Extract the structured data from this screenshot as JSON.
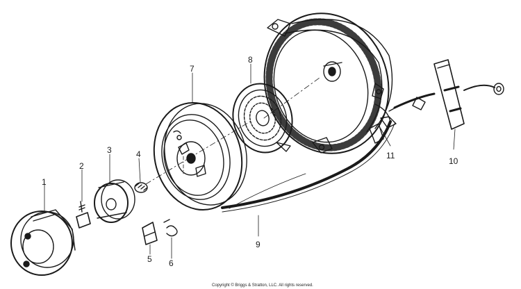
{
  "diagram": {
    "parts": [
      {
        "id": "part-1",
        "number": "1"
      },
      {
        "id": "part-2",
        "number": "2"
      },
      {
        "id": "part-3",
        "number": "3"
      },
      {
        "id": "part-4",
        "number": "4"
      },
      {
        "id": "part-5",
        "number": "5"
      },
      {
        "id": "part-6",
        "number": "6"
      },
      {
        "id": "part-7",
        "number": "7"
      },
      {
        "id": "part-8",
        "number": "8"
      },
      {
        "id": "part-9",
        "number": "9"
      },
      {
        "id": "part-10",
        "number": "10"
      },
      {
        "id": "part-11",
        "number": "11"
      }
    ],
    "copyright": "Copyright © Briggs & Stratton, LLC. All rights reserved."
  }
}
